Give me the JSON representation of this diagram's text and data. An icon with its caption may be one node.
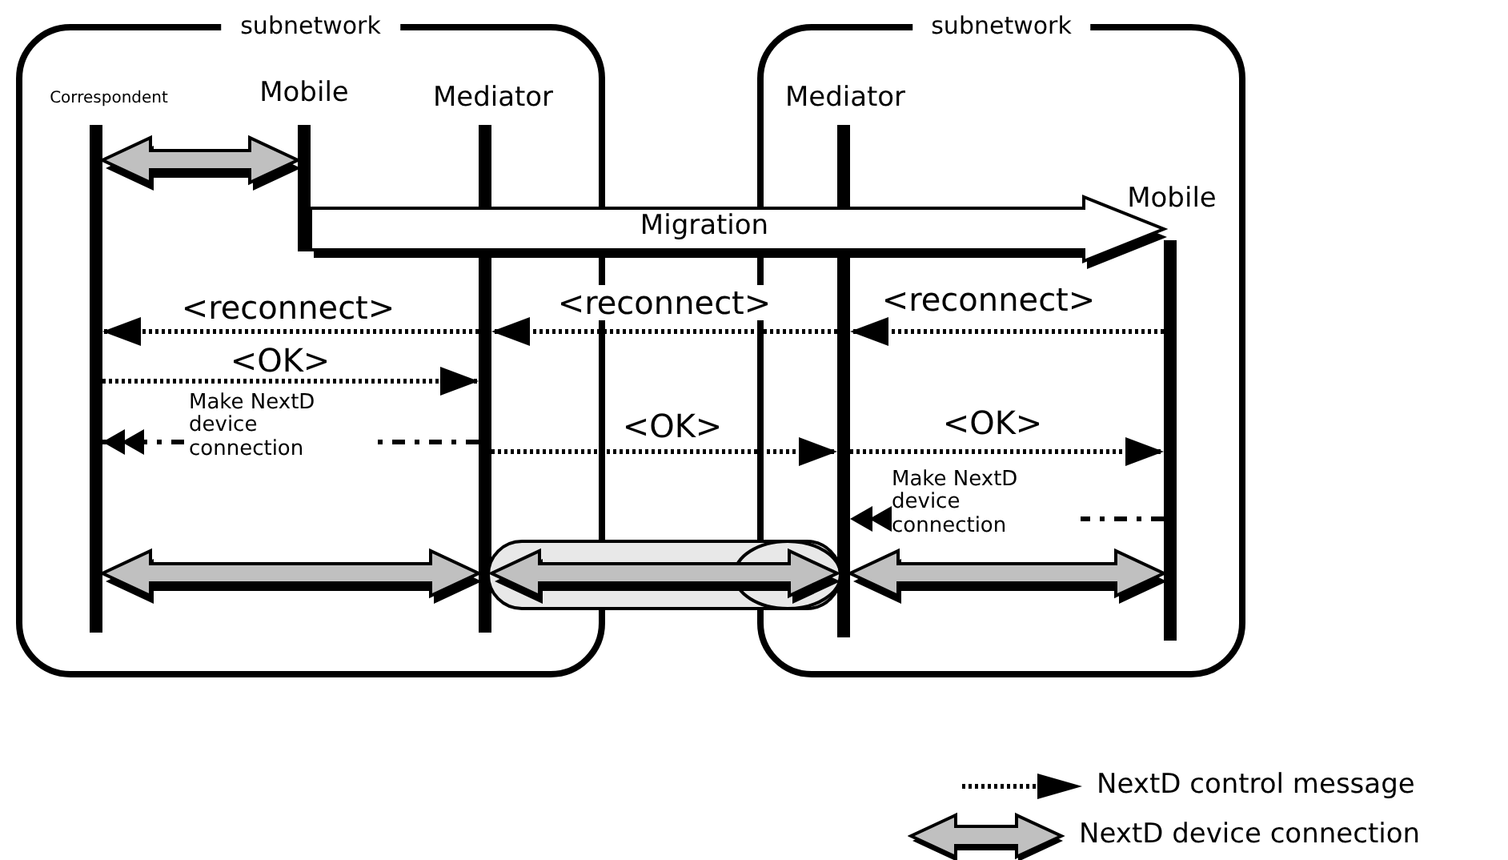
{
  "diagram": {
    "nodes": [
      {
        "text": [
          "subnetwork"
        ]
      },
      {
        "text": [
          "subnetwork"
        ]
      },
      {
        "text": [
          "Correspondent"
        ],
        "in": 0
      },
      {
        "text": [
          "Mobile"
        ],
        "in": 0
      },
      {
        "text": [
          "Mediator"
        ],
        "in": 0
      },
      {
        "text": [
          "Mediator"
        ],
        "in": 1
      },
      {
        "text": [
          "Mobile"
        ],
        "in": 1
      }
    ],
    "edges": [
      {
        "from": 2,
        "to": 3,
        "arrow": "both",
        "style": "thick"
      },
      {
        "from": 3,
        "to": 6,
        "arrow": "to",
        "style": "thick",
        "label": "Migration"
      },
      {
        "from": 6,
        "to": 5,
        "arrow": "to",
        "label": "<reconnect>"
      },
      {
        "from": 5,
        "to": 4,
        "arrow": "to",
        "label": "<reconnect>"
      },
      {
        "from": 4,
        "to": 2,
        "arrow": "to",
        "label": "<reconnect>"
      },
      {
        "from": 2,
        "to": 4,
        "arrow": "to",
        "label": "<OK>"
      },
      {
        "from": 4,
        "to": 2,
        "arrow": "to",
        "style": "dashed",
        "label": "Make NextD device connection"
      },
      {
        "from": 4,
        "to": 5,
        "arrow": "to",
        "label": "<OK>"
      },
      {
        "from": 5,
        "to": 6,
        "arrow": "to",
        "label": "<OK>"
      },
      {
        "from": 6,
        "to": 5,
        "arrow": "to",
        "style": "dashed",
        "label": "Make NextD device connection"
      },
      {
        "from": 2,
        "to": 4,
        "arrow": "both",
        "style": "thick"
      },
      {
        "from": 4,
        "to": 5,
        "arrow": "both",
        "style": "thick"
      },
      {
        "from": 5,
        "to": 6,
        "arrow": "both",
        "style": "thick"
      }
    ],
    "legend": [
      {
        "text": "NextD control message"
      },
      {
        "text": "NextD device connection"
      }
    ]
  }
}
